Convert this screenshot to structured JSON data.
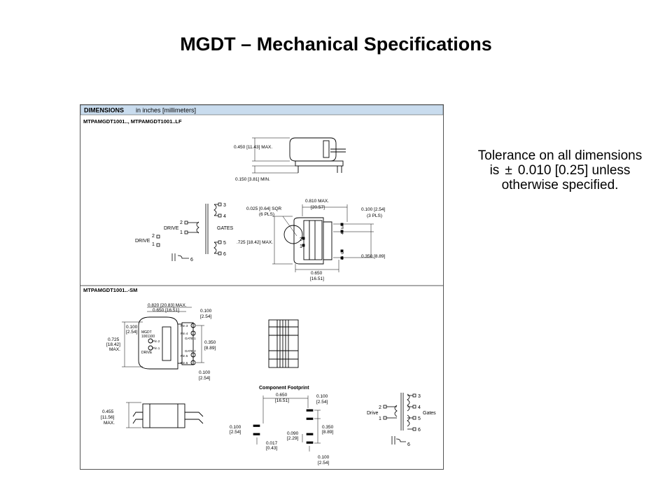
{
  "slide": {
    "title": "MGDT – Mechanical Specifications"
  },
  "tolerance": {
    "line1": "Tolerance on all dimensions",
    "line2_prefix": "is",
    "pm_symbol": "±",
    "line2_suffix": "0.010 [0.25] unless",
    "line3": "otherwise specified."
  },
  "drawing": {
    "header_title": "DIMENSIONS",
    "header_sub": "in inches [millimeters]",
    "header_color": "#c9dcee",
    "top_section": {
      "part_label": "MTPAMGDT1001.., MTPAMGDT1001..LF",
      "dim_height": "0.450 [11.43] MAX.",
      "dim_pin": "0.150 [3.81] MIN.",
      "dim_width_max": "0.810 MAX.",
      "dim_width_mm": "[20.57]",
      "dim_sqr_a": "0.025 [0.64] SQR",
      "dim_sqr_b": "(6 PLS)",
      "dim_pitch_a": "0.100 [2.54]",
      "dim_pitch_b": "(3 PLS)",
      "dim_len": ".725 [18.42] MAX.",
      "dim_gap": "0.350 [8.89]",
      "dim_row_a": "0.650",
      "dim_row_b": "[16.51]",
      "pins_body_left": [
        "2",
        "1"
      ],
      "pins_body_right": [
        "3",
        "4",
        "5",
        "6"
      ],
      "schematic": {
        "drive_outer": "DRIVE",
        "drive_inner": "DRIVE",
        "gates": "GATES",
        "pins": [
          "3",
          "4",
          "2",
          "1",
          "5",
          "6"
        ],
        "outer_pins": [
          "2",
          "1"
        ],
        "shield_pin": "6"
      }
    },
    "bottom_section": {
      "part_label": "MTPAMGDT1001..-SM",
      "dim_a": "0.820 [20.83] MAX.",
      "dim_b": "0.650 [16.51]",
      "dim_c_a": "0.100",
      "dim_c_b": "[2.54]",
      "dim_d_a": "0.100",
      "dim_d_b": "[2.54]",
      "dim_e_a": "0.725",
      "dim_e_b": "[18.42]",
      "dim_e_c": "MAX.",
      "dim_f_a": "0.350",
      "dim_f_b": "[8.89]",
      "dim_g_a": "0.100",
      "dim_g_b": "[2.54]",
      "body_text": [
        "MGDT",
        "1001100",
        "DRIVE"
      ],
      "pin_labels": [
        "Pin 3",
        "Pin 4",
        "GATE 1",
        "Pin 2",
        "Pin 1",
        "GATE 2",
        "Pin 5",
        "Pin 6"
      ],
      "dim_h_a": "0.455",
      "dim_h_b": "[11.56]",
      "dim_h_c": "MAX.",
      "footprint_title": "Component Footprint",
      "fp_a_a": "0.650",
      "fp_a_b": "[16.51]",
      "fp_b_a": "0.100",
      "fp_b_b": "[2.54]",
      "fp_c_a": "0.100",
      "fp_c_b": "[2.54]",
      "fp_d_a": "0.090",
      "fp_d_b": "[2.29]",
      "fp_e_a": "0.350",
      "fp_e_b": "[8.89]",
      "fp_f_a": "0.017",
      "fp_f_b": "[0.43]",
      "fp_g_a": "0.100",
      "fp_g_b": "[2.54]",
      "schematic": {
        "drive": "Drive",
        "gates": "Gates",
        "pins": [
          "3",
          "4",
          "5",
          "6",
          "2",
          "1"
        ],
        "shield_pin": "6"
      }
    }
  }
}
